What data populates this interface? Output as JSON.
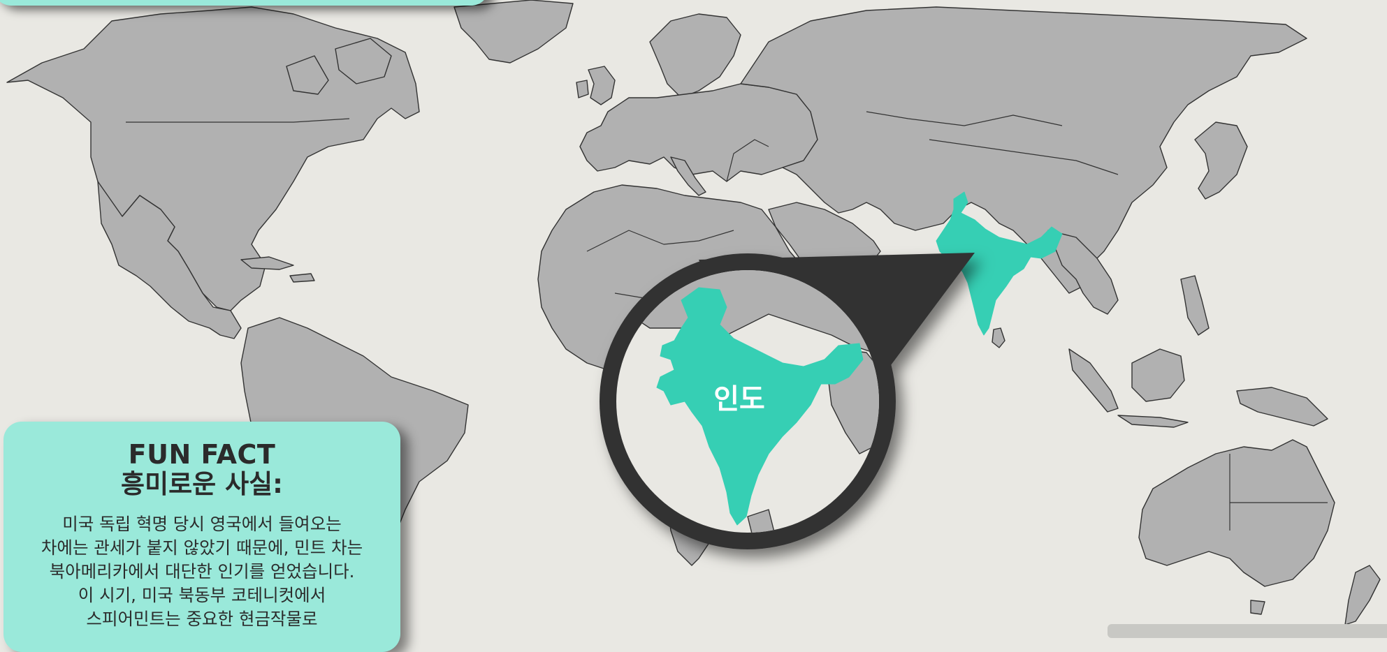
{
  "fun_fact": {
    "title": "FUN FACT",
    "subtitle": "흥미로운 사실:",
    "lines": [
      "미국 독립 혁명 당시 영국에서 들여오는",
      "차에는 관세가 붙지 않았기 때문에, 민트 차는",
      "북아메리카에서 대단한 인기를 얻었습니다.",
      "이 시기, 미국 북동부 코테니컷에서",
      "스피어민트는 중요한 현금작물로"
    ]
  },
  "highlight": {
    "country_label": "인도",
    "color": "#36cfb4"
  },
  "colors": {
    "ocean": "#e9e8e3",
    "land": "#b1b1b1",
    "card": "#9ae9da",
    "callout_ring": "#333333"
  }
}
